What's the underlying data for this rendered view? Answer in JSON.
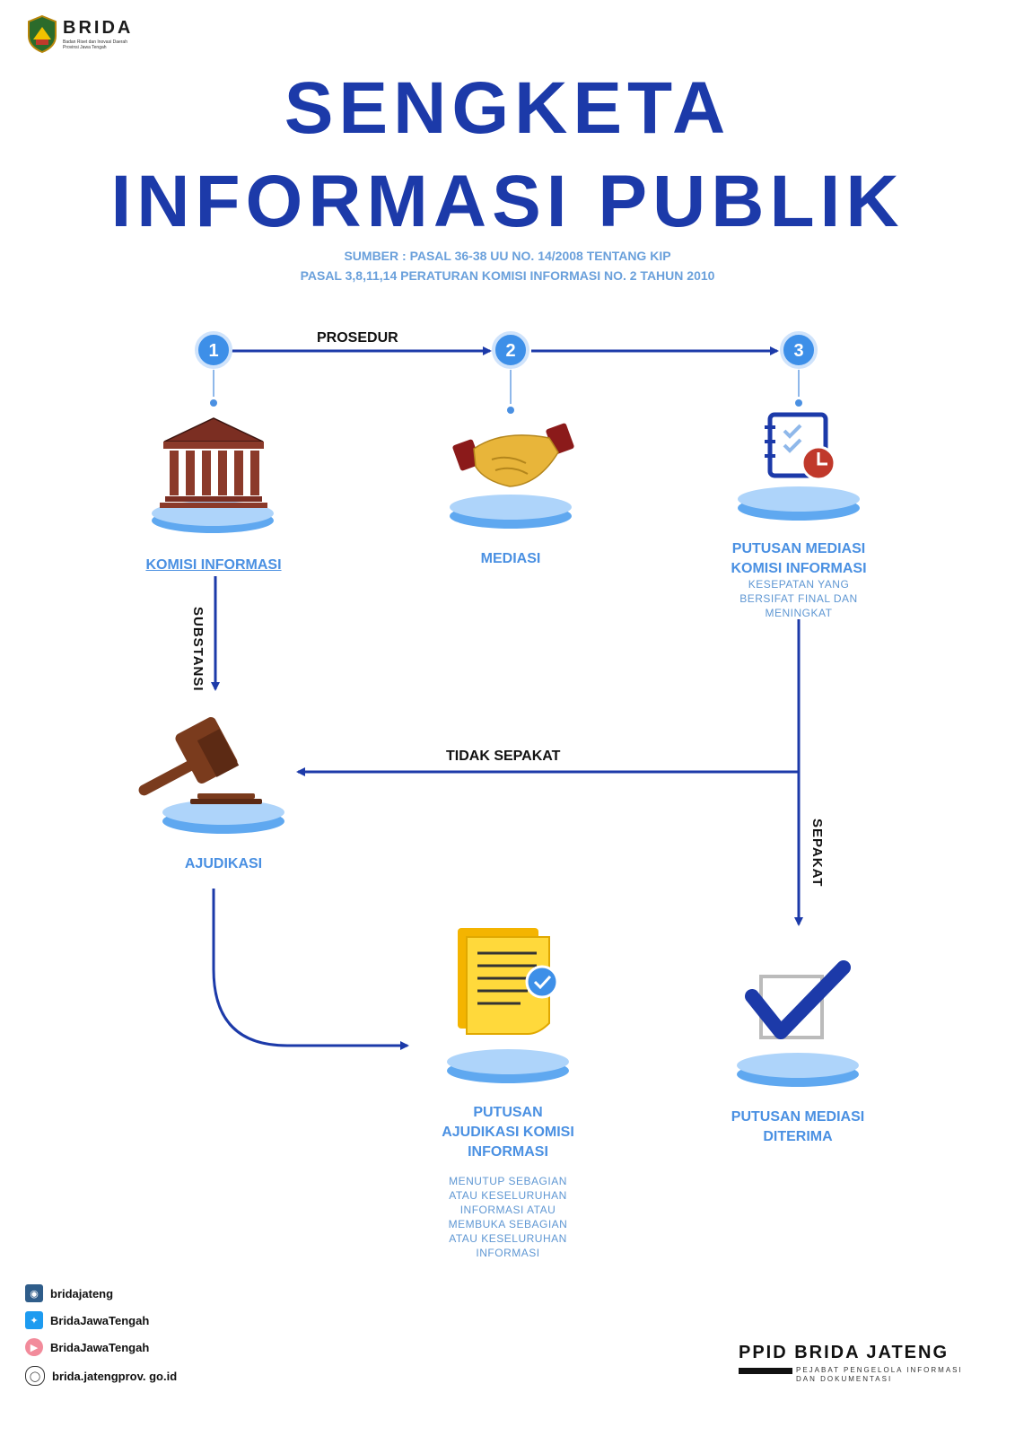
{
  "header": {
    "logo_text": "BRIDA",
    "logo_subtitle": "Badan Riset dan Inovasi Daerah Provinsi Jawa Tengah",
    "title_line1": "SENGKETA",
    "title_line2": "INFORMASI PUBLIK",
    "source_line1": "SUMBER : PASAL 36-38 UU NO. 14/2008 TENTANG KIP",
    "source_line2": "PASAL 3,8,11,14 PERATURAN KOMISI INFORMASI NO. 2 TAHUN 2010"
  },
  "steps": [
    {
      "number": "1",
      "label": "KOMISI INFORMASI"
    },
    {
      "number": "2",
      "label": "MEDIASI"
    },
    {
      "number": "3",
      "label": "PUTUSAN MEDIASI KOMISI INFORMASI",
      "label_line1": "PUTUSAN MEDIASI",
      "label_line2": "KOMISI INFORMASI",
      "description": [
        "KESEPATAN YANG",
        "BERSIFAT FINAL DAN",
        "MENINGKAT"
      ]
    }
  ],
  "nodes": {
    "ajudikasi": {
      "label": "AJUDIKASI"
    },
    "putusan_ajudikasi": {
      "label_lines": [
        "PUTUSAN",
        "AJUDIKASI KOMISI",
        "INFORMASI"
      ],
      "description": [
        "MENUTUP SEBAGIAN",
        "ATAU KESELURUHAN",
        "INFORMASI ATAU",
        "MEMBUKA SEBAGIAN",
        "ATAU KESELURUHAN",
        "INFORMASI"
      ]
    },
    "putusan_diterima": {
      "label_lines": [
        "PUTUSAN MEDIASI",
        "DITERIMA"
      ]
    }
  },
  "edges": {
    "prosedur": "PROSEDUR",
    "substansi": "SUBSTANSI",
    "tidak_sepakat": "TIDAK SEPAKAT",
    "sepakat": "SEPAKAT"
  },
  "colors": {
    "title": "#1c3aa9",
    "label": "#4a90e2",
    "line": "#1c3aa9",
    "step_circle": "#3d8fe8",
    "podium": "#5fa8f0"
  },
  "footer": {
    "social": [
      {
        "icon": "instagram-icon",
        "handle": "bridajateng"
      },
      {
        "icon": "twitter-icon",
        "handle": "BridaJawaTengah"
      },
      {
        "icon": "youtube-icon",
        "handle": "BridaJawaTengah"
      },
      {
        "icon": "globe-icon",
        "handle": "brida.jatengprov. go.id"
      }
    ],
    "ppid_title": "PPID BRIDA JATENG",
    "ppid_subtitle_line1": "PEJABAT PENGELOLA INFORMASI",
    "ppid_subtitle_line2": "DAN DOKUMENTASI"
  }
}
